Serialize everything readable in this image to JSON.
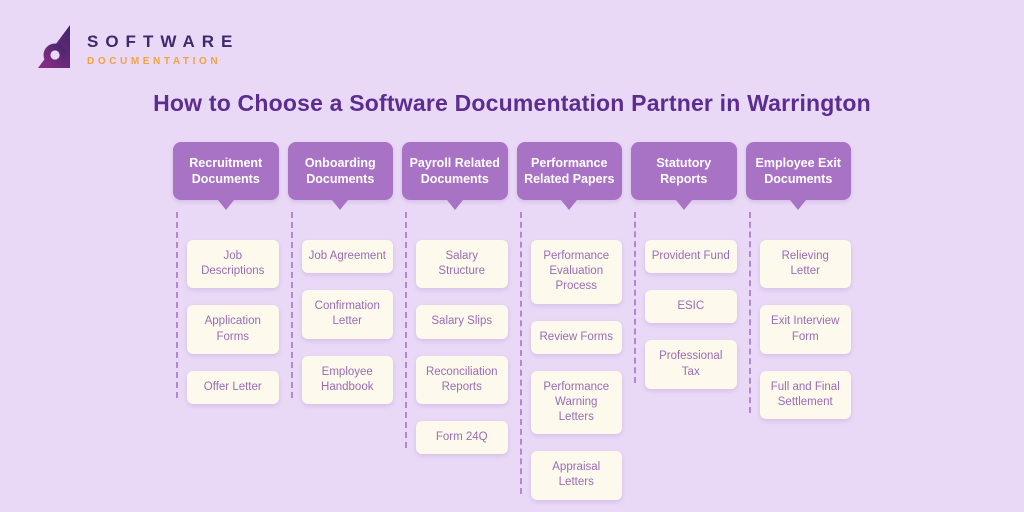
{
  "logo": {
    "line1": "SOFTWARE",
    "line2": "DOCUMENTATION"
  },
  "title": "How to Choose a Software Documentation Partner in Warrington",
  "columns": [
    {
      "header": "Recruitment Documents",
      "items": [
        "Job Descriptions",
        "Application Forms",
        "Offer Letter"
      ]
    },
    {
      "header": "Onboarding Documents",
      "items": [
        "Job Agreement",
        "Confirmation Letter",
        "Employee Handbook"
      ]
    },
    {
      "header": "Payroll Related Documents",
      "items": [
        "Salary Structure",
        "Salary Slips",
        "Reconciliation Reports",
        "Form 24Q"
      ]
    },
    {
      "header": "Performance Related Papers",
      "items": [
        "Performance Evaluation Process",
        "Review Forms",
        "Performance Warning Letters",
        "Appraisal Letters"
      ]
    },
    {
      "header": "Statutory Reports",
      "items": [
        "Provident Fund",
        "ESIC",
        "Professional Tax"
      ]
    },
    {
      "header": "Employee Exit Documents",
      "items": [
        "Relieving Letter",
        "Exit Interview Form",
        "Full and Final Settlement"
      ]
    }
  ],
  "colors": {
    "background": "#e9d9f7",
    "header_purple": "#a873c5",
    "card_background": "#fdf9ec",
    "card_text": "#9a6cb3",
    "title_purple": "#5c2d91",
    "logo_purple": "#3d2a6d",
    "logo_orange": "#f2a33c",
    "dashed_line": "#b188d2"
  }
}
